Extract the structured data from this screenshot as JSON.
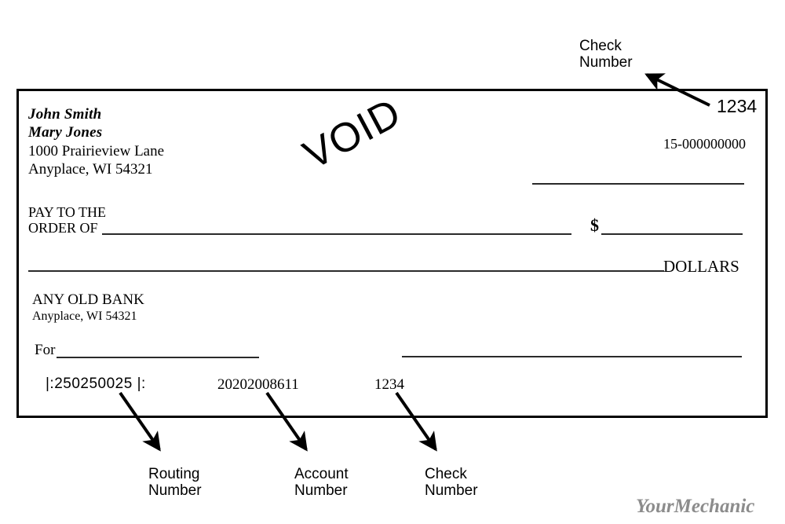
{
  "document": {
    "type": "check-diagram",
    "title": "Voided check with routing, account and check number callouts"
  },
  "check": {
    "payer": {
      "name_line_1": "John Smith",
      "name_line_2": "Mary Jones",
      "street": "1000 Prairieview Lane",
      "city_state_zip": "Anyplace, WI 54321"
    },
    "void_stamp": "VOID",
    "check_number": "1234",
    "fractional_code": "15-000000000",
    "pay_to_label_line_1": "PAY TO THE",
    "pay_to_label_line_2": "ORDER OF",
    "dollar_sign": "$",
    "dollars_word": "DOLLARS",
    "bank": {
      "name": "ANY OLD BANK",
      "city_state_zip": "Anyplace, WI 54321"
    },
    "memo_label": "For",
    "micr": {
      "routing": "|:250250025 |:",
      "account": "20202008611",
      "check": "1234"
    }
  },
  "callouts": {
    "top_check_number": "Check\nNumber",
    "top_check_number_line_1": "Check",
    "top_check_number_line_2": "Number",
    "routing_line_1": "Routing",
    "routing_line_2": "Number",
    "account_line_1": "Account",
    "account_line_2": "Number",
    "check_line_1": "Check",
    "check_line_2": "Number"
  },
  "watermark": {
    "text": "YourMechanic",
    "color": "#8c8c8c"
  },
  "colors": {
    "ink": "#000000",
    "rule": "#2a2a2a",
    "background": "#ffffff",
    "watermark": "#8c8c8c"
  }
}
